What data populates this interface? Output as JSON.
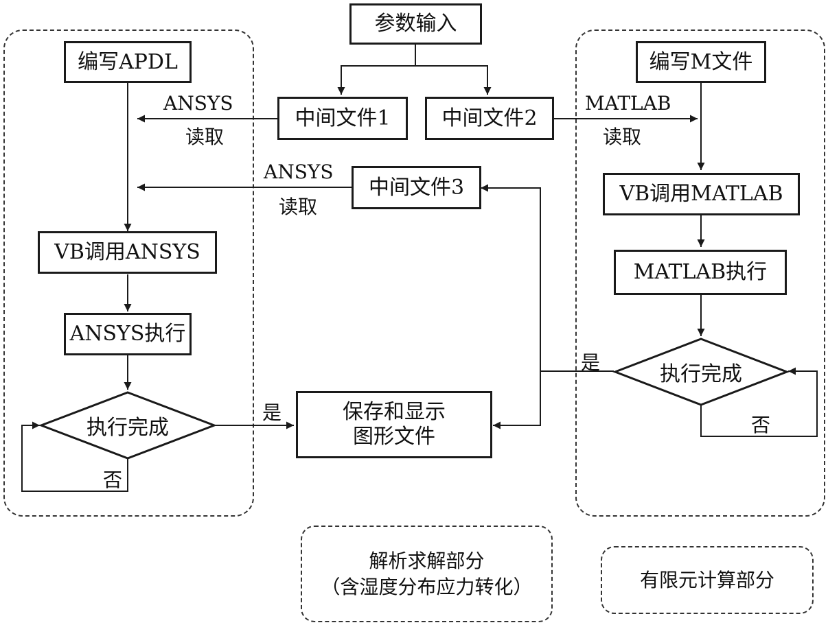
{
  "top_input": "参数输入",
  "mid_files": {
    "file1": "中间文件1",
    "file2": "中间文件2",
    "file3": "中间文件3"
  },
  "left_flow": {
    "write_apdl": "编写APDL",
    "vb_call_ansys": "VB调用ANSYS",
    "ansys_exec": "ANSYS执行",
    "done_check": "执行完成",
    "no_label": "否"
  },
  "right_flow": {
    "write_m": "编写M文件",
    "vb_call_matlab": "VB调用MATLAB",
    "matlab_exec": "MATLAB执行",
    "done_check": "执行完成",
    "no_label": "否"
  },
  "edge_labels": {
    "ansys_read_1_top": "ANSYS",
    "ansys_read_1_bottom": "读取",
    "ansys_read_2_top": "ANSYS",
    "ansys_read_2_bottom": "读取",
    "matlab_read_top": "MATLAB",
    "matlab_read_bottom": "读取",
    "yes_left": "是",
    "yes_right": "是"
  },
  "save_display": {
    "line1": "保存和显示",
    "line2": "图形文件"
  },
  "legend": {
    "analytic_line1": "解析求解部分",
    "analytic_line2": "（含湿度分布应力转化）",
    "fem": "有限元计算部分"
  }
}
